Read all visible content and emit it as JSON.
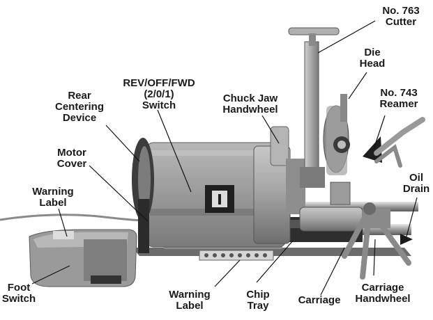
{
  "labels": {
    "cutter": [
      "No. 763",
      "Cutter"
    ],
    "die_head": [
      "Die",
      "Head"
    ],
    "reamer": [
      "No. 743",
      "Reamer"
    ],
    "oil_drain": [
      "Oil",
      "Drain"
    ],
    "switch": [
      "REV/OFF/FWD",
      "(2/0/1)",
      "Switch"
    ],
    "chuck_jaw_handwheel": [
      "Chuck Jaw",
      "Handwheel"
    ],
    "rear_centering_device": [
      "Rear",
      "Centering",
      "Device"
    ],
    "motor_cover": [
      "Motor",
      "Cover"
    ],
    "warning_label_left": [
      "Warning",
      "Label"
    ],
    "foot_switch": [
      "Foot",
      "Switch"
    ],
    "warning_label_bottom": [
      "Warning",
      "Label"
    ],
    "chip_tray": [
      "Chip",
      "Tray"
    ],
    "carriage": [
      "Carriage"
    ],
    "carriage_handwheel": [
      "Carriage",
      "Handwheel"
    ]
  }
}
